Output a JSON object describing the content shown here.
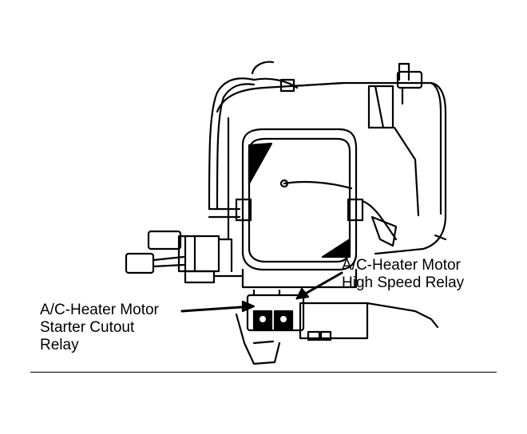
{
  "callouts": {
    "high_speed_relay": {
      "line1": "A/C-Heater Motor",
      "line2": "High Speed Relay"
    },
    "starter_cutout_relay": {
      "line1": "A/C-Heater Motor",
      "line2": "Starter Cutout",
      "line3": "Relay"
    }
  },
  "colors": {
    "ink": "#000000",
    "paper": "#ffffff"
  }
}
